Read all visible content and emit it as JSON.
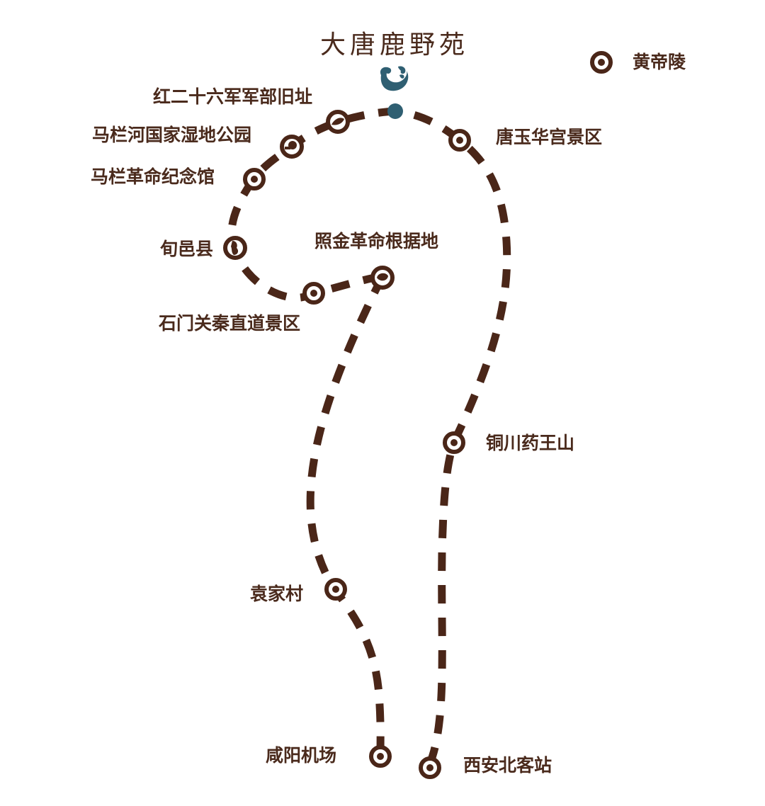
{
  "title": "大唐鹿野苑",
  "colors": {
    "route": "#4a2618",
    "text": "#4a2a1c",
    "accent": "#2f5f72",
    "background": "#ffffff"
  },
  "destination": {
    "name": "大唐鹿野苑",
    "icon": "logo-swirl-icon",
    "marker": "teal-dot"
  },
  "stops": [
    {
      "id": "huangdiling",
      "label": "黄帝陵",
      "icon": "target-circle-icon"
    },
    {
      "id": "tangyuhuagong",
      "label": "唐玉华宫景区",
      "icon": "target-circle-icon"
    },
    {
      "id": "hong26jun",
      "label": "红二十六军军部旧址",
      "icon": "landmark-circle-icon"
    },
    {
      "id": "malanhe",
      "label": "马栏河国家湿地公园",
      "icon": "landmark-circle-icon"
    },
    {
      "id": "malan_geming",
      "label": "马栏革命纪念馆",
      "icon": "target-circle-icon"
    },
    {
      "id": "xunyi",
      "label": "旬邑县",
      "icon": "landmark-circle-icon"
    },
    {
      "id": "zhaojin",
      "label": "照金革命根据地",
      "icon": "landmark-circle-icon"
    },
    {
      "id": "shimenguan",
      "label": "石门关秦直道景区",
      "icon": "target-circle-icon"
    },
    {
      "id": "tongchuan",
      "label": "铜川药王山",
      "icon": "target-circle-icon"
    },
    {
      "id": "yuanjiacun",
      "label": "袁家村",
      "icon": "target-circle-icon"
    },
    {
      "id": "xianyang",
      "label": "咸阳机场",
      "icon": "target-circle-icon"
    },
    {
      "id": "xian_north",
      "label": "西安北客站",
      "icon": "target-circle-icon"
    }
  ],
  "routes": [
    {
      "name": "west-route",
      "from": "咸阳机场",
      "to": "大唐鹿野苑",
      "via": [
        "袁家村",
        "照金革命根据地",
        "石门关秦直道景区",
        "旬邑县",
        "马栏革命纪念馆",
        "马栏河国家湿地公园",
        "红二十六军军部旧址"
      ]
    },
    {
      "name": "east-route",
      "from": "西安北客站",
      "to": "大唐鹿野苑",
      "via": [
        "铜川药王山",
        "唐玉华宫景区"
      ]
    }
  ]
}
